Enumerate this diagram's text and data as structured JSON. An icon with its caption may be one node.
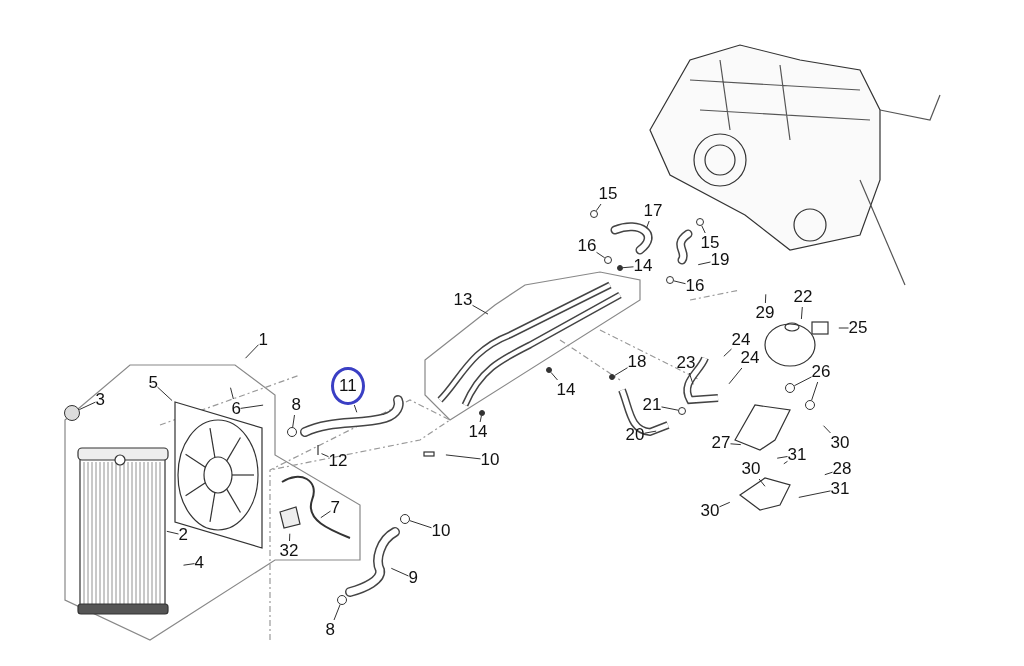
{
  "diagram": {
    "nodes": [
      {
        "text": [
          "1"
        ]
      },
      {
        "text": [
          "3"
        ]
      },
      {
        "text": [
          "5"
        ]
      },
      {
        "text": [
          "6"
        ]
      },
      {
        "text": [
          "8"
        ]
      },
      {
        "text": [
          "11"
        ]
      },
      {
        "text": [
          "12"
        ]
      },
      {
        "text": [
          "7"
        ]
      },
      {
        "text": [
          "2"
        ]
      },
      {
        "text": [
          "32"
        ]
      },
      {
        "text": [
          "4"
        ]
      },
      {
        "text": [
          "10"
        ]
      },
      {
        "text": [
          "9"
        ]
      },
      {
        "text": [
          "8"
        ]
      },
      {
        "text": [
          "13"
        ]
      },
      {
        "text": [
          "14"
        ]
      },
      {
        "text": [
          "10"
        ]
      },
      {
        "text": [
          "15"
        ]
      },
      {
        "text": [
          "17"
        ]
      },
      {
        "text": [
          "16"
        ]
      },
      {
        "text": [
          "14"
        ]
      },
      {
        "text": [
          "15"
        ]
      },
      {
        "text": [
          "19"
        ]
      },
      {
        "text": [
          "16"
        ]
      },
      {
        "text": [
          "14"
        ]
      },
      {
        "text": [
          "18"
        ]
      },
      {
        "text": [
          "29"
        ]
      },
      {
        "text": [
          "22"
        ]
      },
      {
        "text": [
          "25"
        ]
      },
      {
        "text": [
          "24"
        ]
      },
      {
        "text": [
          "23"
        ]
      },
      {
        "text": [
          "24"
        ]
      },
      {
        "text": [
          "21"
        ]
      },
      {
        "text": [
          "20"
        ]
      },
      {
        "text": [
          "26"
        ]
      },
      {
        "text": [
          "27"
        ]
      },
      {
        "text": [
          "30"
        ]
      },
      {
        "text": [
          "31"
        ]
      },
      {
        "text": [
          "30"
        ]
      },
      {
        "text": [
          "28"
        ]
      },
      {
        "text": [
          "31"
        ]
      },
      {
        "text": [
          "30"
        ]
      },
      {
        "text": [],
        "shape": "circle"
      },
      {
        "text": [],
        "shape": "circle"
      },
      {
        "text": [],
        "shape": "circle"
      },
      {
        "text": [],
        "shape": "circle"
      },
      {
        "text": [],
        "shape": "circle"
      },
      {
        "text": [],
        "shape": "circle"
      },
      {
        "text": [],
        "shape": "circle"
      },
      {
        "text": [],
        "shape": "circle"
      },
      {
        "text": [],
        "shape": "circle"
      },
      {
        "text": [],
        "shape": "circle"
      },
      {
        "text": [],
        "shape": "circle"
      },
      {
        "text": [],
        "shape": "circle"
      },
      {
        "text": [],
        "shape": "circle"
      },
      {
        "text": [],
        "shape": "circle"
      },
      {
        "text": [],
        "shape": "circle"
      }
    ],
    "edges": [
      {
        "from": 0,
        "to": null,
        "arrow": "none"
      },
      {
        "from": 1,
        "to": 42,
        "arrow": "none"
      },
      {
        "from": 2,
        "to": null,
        "arrow": "none"
      },
      {
        "from": 3,
        "to": null,
        "arrow": "none"
      },
      {
        "from": 3,
        "to": null,
        "arrow": "none"
      },
      {
        "from": 4,
        "to": 43,
        "arrow": "none"
      },
      {
        "from": 5,
        "to": null,
        "arrow": "none"
      },
      {
        "from": 6,
        "to": null,
        "arrow": "none"
      },
      {
        "from": 7,
        "to": null,
        "arrow": "none"
      },
      {
        "from": 8,
        "to": null,
        "arrow": "none"
      },
      {
        "from": 9,
        "to": null,
        "arrow": "none"
      },
      {
        "from": 10,
        "to": null,
        "arrow": "none"
      },
      {
        "from": 11,
        "to": 44,
        "arrow": "none"
      },
      {
        "from": 12,
        "to": null,
        "arrow": "none"
      },
      {
        "from": 13,
        "to": 45,
        "arrow": "none"
      },
      {
        "from": 14,
        "to": null,
        "arrow": "none"
      },
      {
        "from": 15,
        "to": 46,
        "arrow": "none"
      },
      {
        "from": 16,
        "to": null,
        "arrow": "none"
      },
      {
        "from": 17,
        "to": 47,
        "arrow": "none"
      },
      {
        "from": 18,
        "to": null,
        "arrow": "none"
      },
      {
        "from": 19,
        "to": 48,
        "arrow": "none"
      },
      {
        "from": 20,
        "to": 49,
        "arrow": "none"
      },
      {
        "from": 21,
        "to": 50,
        "arrow": "none"
      },
      {
        "from": 22,
        "to": null,
        "arrow": "none"
      },
      {
        "from": 23,
        "to": 51,
        "arrow": "none"
      },
      {
        "from": 24,
        "to": 52,
        "arrow": "none"
      },
      {
        "from": 25,
        "to": 55,
        "arrow": "none"
      },
      {
        "from": 26,
        "to": null,
        "arrow": "none"
      },
      {
        "from": 27,
        "to": null,
        "arrow": "none"
      },
      {
        "from": 28,
        "to": null,
        "arrow": "none"
      },
      {
        "from": 29,
        "to": null,
        "arrow": "none"
      },
      {
        "from": 30,
        "to": null,
        "arrow": "none"
      },
      {
        "from": 31,
        "to": null,
        "arrow": "none"
      },
      {
        "from": 32,
        "to": 56,
        "arrow": "none"
      },
      {
        "from": 33,
        "to": null,
        "arrow": "none"
      },
      {
        "from": 34,
        "to": 53,
        "arrow": "none"
      },
      {
        "from": 34,
        "to": 54,
        "arrow": "none"
      },
      {
        "from": 35,
        "to": null,
        "arrow": "none"
      },
      {
        "from": 36,
        "to": null,
        "arrow": "none"
      },
      {
        "from": 37,
        "to": null,
        "arrow": "none"
      },
      {
        "from": 37,
        "to": null,
        "arrow": "none"
      },
      {
        "from": 38,
        "to": null,
        "arrow": "none"
      },
      {
        "from": 39,
        "to": null,
        "arrow": "none"
      },
      {
        "from": 40,
        "to": null,
        "arrow": "none"
      },
      {
        "from": 41,
        "to": null,
        "arrow": "none"
      }
    ]
  }
}
